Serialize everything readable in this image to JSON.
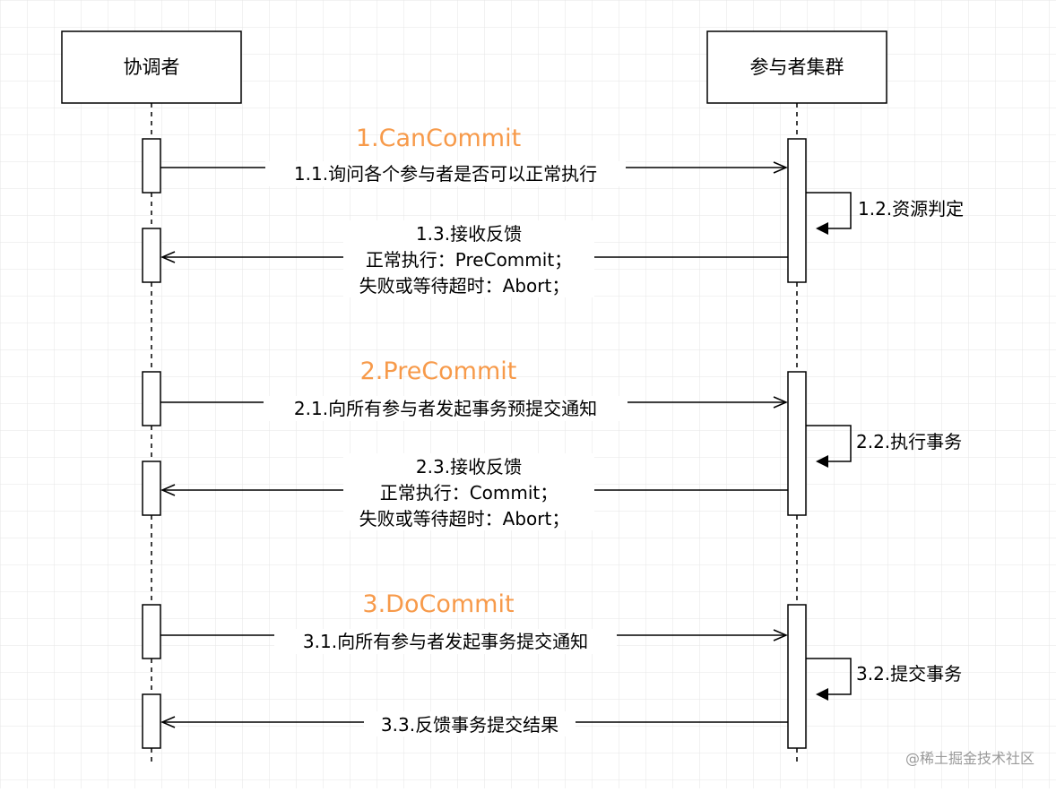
{
  "actors": {
    "coordinator": "协调者",
    "participants": "参与者集群"
  },
  "phases": [
    {
      "title": "1.CanCommit",
      "request": "1.1.询问各个参与者是否可以正常执行",
      "self_action": "1.2.资源判定",
      "reply": [
        "1.3.接收反馈",
        "正常执行：PreCommit；",
        "失败或等待超时：Abort；"
      ]
    },
    {
      "title": "2.PreCommit",
      "request": "2.1.向所有参与者发起事务预提交通知",
      "self_action": "2.2.执行事务",
      "reply": [
        "2.3.接收反馈",
        "正常执行：Commit；",
        "失败或等待超时：Abort；"
      ]
    },
    {
      "title": "3.DoCommit",
      "request": "3.1.向所有参与者发起事务提交通知",
      "self_action": "3.2.提交事务",
      "reply": [
        "3.3.反馈事务提交结果"
      ]
    }
  ],
  "watermark": "@稀土掘金技术社区",
  "colors": {
    "phase_title": "#f79a4a",
    "grid": "#e6e6e6",
    "line": "#000000"
  }
}
